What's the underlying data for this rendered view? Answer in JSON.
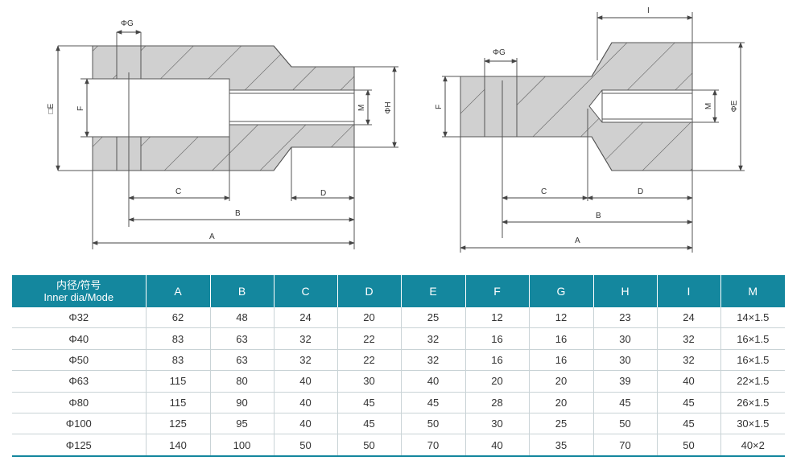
{
  "drawings": {
    "left": {
      "labels": {
        "phi_g": "ΦG",
        "sq_e": "□E",
        "f": "F",
        "m": "M",
        "phi_h": "ΦH",
        "a": "A",
        "b": "B",
        "c": "C",
        "d": "D"
      }
    },
    "right": {
      "labels": {
        "i": "I",
        "phi_g": "ΦG",
        "f": "F",
        "m": "M",
        "phi_e": "ΦE",
        "a": "A",
        "b": "B",
        "c": "C",
        "d": "D"
      }
    },
    "colors": {
      "body_fill": "#d0d0d0",
      "line": "#555555"
    }
  },
  "table": {
    "header_first_zh": "内径/符号",
    "header_first_en": "Inner dia/Mode",
    "columns": [
      "A",
      "B",
      "C",
      "D",
      "E",
      "F",
      "G",
      "H",
      "I",
      "M"
    ],
    "rows": [
      [
        "Φ32",
        "62",
        "48",
        "24",
        "20",
        "25",
        "12",
        "12",
        "23",
        "24",
        "14×1.5"
      ],
      [
        "Φ40",
        "83",
        "63",
        "32",
        "22",
        "32",
        "16",
        "16",
        "30",
        "32",
        "16×1.5"
      ],
      [
        "Φ50",
        "83",
        "63",
        "32",
        "22",
        "32",
        "16",
        "16",
        "30",
        "32",
        "16×1.5"
      ],
      [
        "Φ63",
        "115",
        "80",
        "40",
        "30",
        "40",
        "20",
        "20",
        "39",
        "40",
        "22×1.5"
      ],
      [
        "Φ80",
        "115",
        "90",
        "40",
        "45",
        "45",
        "28",
        "20",
        "45",
        "45",
        "26×1.5"
      ],
      [
        "Φ100",
        "125",
        "95",
        "40",
        "45",
        "50",
        "30",
        "25",
        "50",
        "45",
        "30×1.5"
      ],
      [
        "Φ125",
        "140",
        "100",
        "50",
        "50",
        "70",
        "40",
        "35",
        "70",
        "50",
        "40×2"
      ]
    ],
    "colors": {
      "header_bg": "#14879e",
      "header_text": "#ffffff",
      "rule": "#14879e"
    }
  }
}
